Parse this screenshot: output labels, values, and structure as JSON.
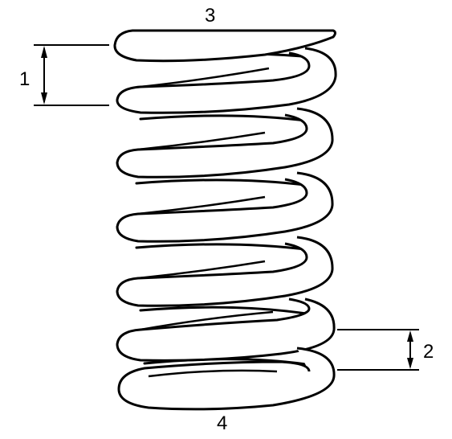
{
  "labels": {
    "pitch": "1",
    "end_coil_pitch": "2",
    "top_end": "3",
    "bottom_end": "4"
  },
  "colors": {
    "ink": "#000000",
    "paper": "#ffffff"
  }
}
